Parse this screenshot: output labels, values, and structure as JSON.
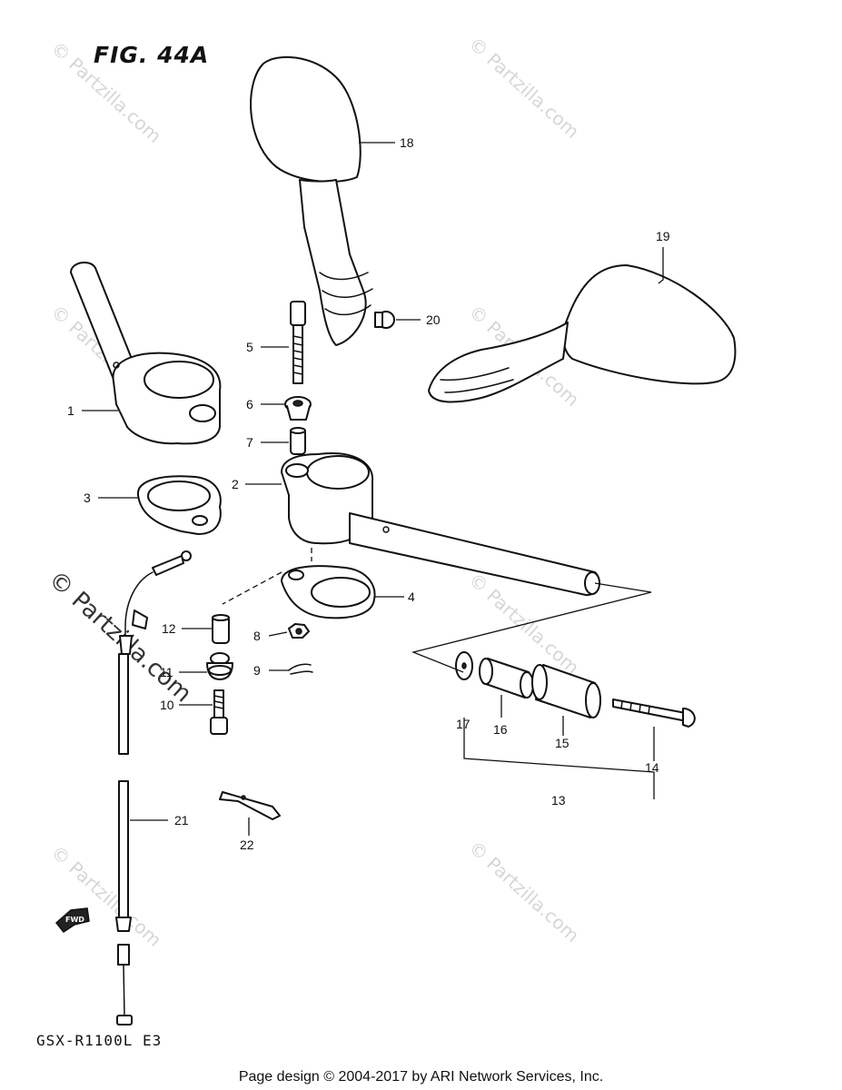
{
  "figure": {
    "title": "FIG. 44A",
    "model_code": "GSX-R1100L E3",
    "footer": "Page design © 2004-2017 by ARI Network Services, Inc.",
    "fwd_label": "FWD"
  },
  "watermark": {
    "small_text": "© Partzilla.com",
    "large_text": "© Partzilla.com"
  },
  "callouts": {
    "c1": "1",
    "c2": "2",
    "c3": "3",
    "c4": "4",
    "c5": "5",
    "c6": "6",
    "c7": "7",
    "c8": "8",
    "c9": "9",
    "c10": "10",
    "c11": "11",
    "c12": "12",
    "c13": "13",
    "c14": "14",
    "c15": "15",
    "c16": "16",
    "c17": "17",
    "c18": "18",
    "c19": "19",
    "c20": "20",
    "c21": "21",
    "c22": "22"
  }
}
